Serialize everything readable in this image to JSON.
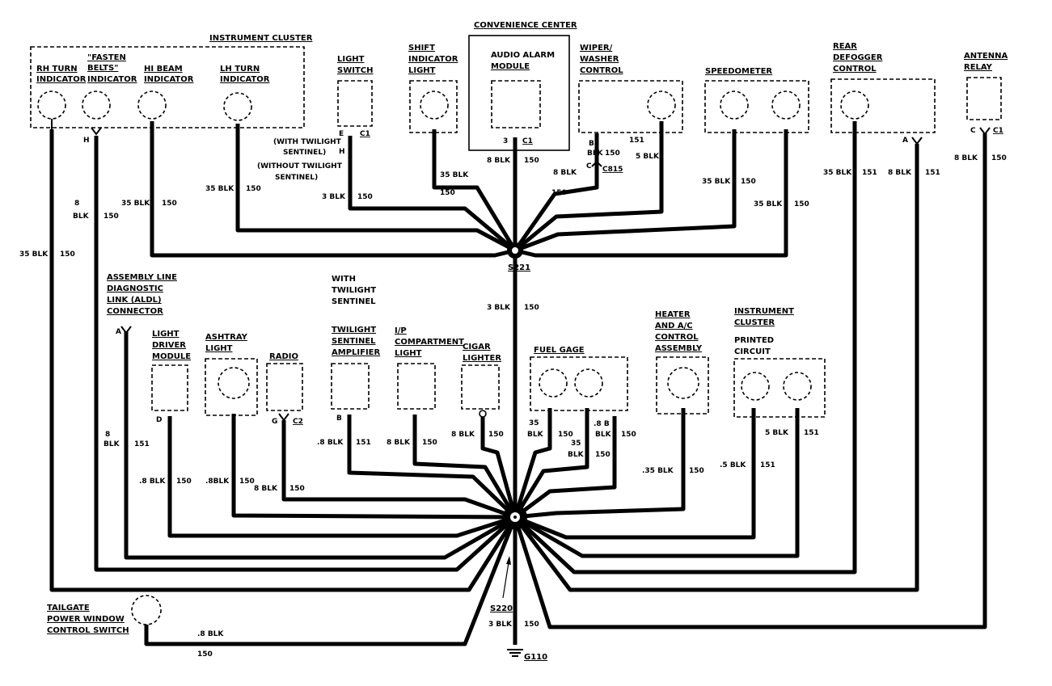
{
  "components": {
    "instrument_cluster_top": "INSTRUMENT CLUSTER",
    "rh_turn": [
      "RH TURN",
      "INDICATOR"
    ],
    "fasten_belts": [
      "\"FASTEN",
      "BELTS\"",
      "INDICATOR"
    ],
    "hi_beam": [
      "HI BEAM",
      "INDICATOR"
    ],
    "lh_turn": [
      "LH TURN",
      "INDICATOR"
    ],
    "light_switch": [
      "LIGHT",
      "SWITCH"
    ],
    "shift_indicator": [
      "SHIFT",
      "INDICATOR",
      "LIGHT"
    ],
    "convenience_center": "CONVENIENCE CENTER",
    "audio_alarm": [
      "AUDIO ALARM",
      "MODULE"
    ],
    "wiper_washer": [
      "WIPER/",
      "WASHER",
      "CONTROL"
    ],
    "speedometer": "SPEEDOMETER",
    "rear_defogger": [
      "REAR",
      "DEFOGGER",
      "CONTROL"
    ],
    "antenna_relay": [
      "ANTENNA",
      "RELAY"
    ],
    "aldl": [
      "ASSEMBLY LINE",
      "DIAGNOSTIC",
      "LINK (ALDL)",
      "CONNECTOR"
    ],
    "light_driver": [
      "LIGHT",
      "DRIVER",
      "MODULE"
    ],
    "ashtray": [
      "ASHTRAY",
      "LIGHT"
    ],
    "radio": "RADIO",
    "with_twilight": [
      "WITH",
      "TWILIGHT",
      "SENTINEL"
    ],
    "twilight_amp": [
      "TWILIGHT",
      "SENTINEL",
      "AMPLIFIER"
    ],
    "ip_compartment": [
      "I/P",
      "COMPARTMENT",
      "LIGHT"
    ],
    "cigar_lighter": [
      "CIGAR",
      "LIGHTER"
    ],
    "fuel_gage": "FUEL GAGE",
    "heater_ac": [
      "HEATER",
      "AND A/C",
      "CONTROL",
      "ASSEMBLY"
    ],
    "instrument_cluster_pc": [
      "INSTRUMENT",
      "CLUSTER"
    ],
    "printed_circuit": [
      "PRINTED",
      "CIRCUIT"
    ],
    "tailgate": [
      "TAILGATE",
      "POWER WINDOW",
      "CONTROL SWITCH"
    ],
    "twilight_notes": [
      "(WITH TWILIGHT",
      "SENTINEL)",
      "(WITHOUT TWILIGHT",
      "SENTINEL)"
    ]
  },
  "splices": {
    "s221": "S221",
    "s220": "S220",
    "ground": "G110"
  },
  "connectors": {
    "light_switch_e": "E",
    "light_switch_c1": "C1",
    "light_switch_h": "H",
    "audio_pin": "3",
    "audio_c1": "C1",
    "wiper_b": "B",
    "wiper_c": "C",
    "wiper_c815": "C815",
    "defog_a": "A",
    "antenna_c": "C",
    "antenna_c1": "C1",
    "fasten_h": "H",
    "aldl_a": "A",
    "light_driver_d": "D",
    "radio_g": "G",
    "radio_c2": "C2",
    "twilight_b": "B"
  },
  "wires": {
    "rh_turn": [
      "35 BLK",
      "150"
    ],
    "fasten_belts": [
      "8",
      "BLK",
      "150"
    ],
    "hi_beam": [
      "35 BLK",
      "150"
    ],
    "lh_turn": [
      "35 BLK",
      "150"
    ],
    "light_switch": [
      "3 BLK",
      "150"
    ],
    "shift": [
      "35 BLK",
      "150"
    ],
    "audio": [
      "8 BLK",
      "150"
    ],
    "wiper_left": [
      "8",
      "BLK",
      "150"
    ],
    "wiper_mid": [
      "8 BLK",
      "150"
    ],
    "wiper_151": "151",
    "wiper_right": "5 BLK",
    "speedo_left": [
      "35 BLK",
      "150"
    ],
    "speedo_right": [
      "35 BLK",
      "150"
    ],
    "defog_left": [
      "35 BLK",
      "151"
    ],
    "defog_right": [
      "8 BLK",
      "151"
    ],
    "antenna": [
      "8 BLK",
      "150"
    ],
    "s221_down": [
      "3 BLK",
      "150"
    ],
    "aldl": [
      "8",
      "BLK",
      "151"
    ],
    "light_driver": [
      ".8 BLK",
      "150"
    ],
    "ashtray": [
      ".8BLK",
      "150"
    ],
    "radio": [
      "8 BLK",
      "150"
    ],
    "twilight_amp": [
      ".8 BLK",
      "151"
    ],
    "ip_comp": [
      "8 BLK",
      "150"
    ],
    "cigar": [
      "8 BLK",
      "150"
    ],
    "fuel_left": [
      "35",
      "BLK",
      "150"
    ],
    "fuel_right": [
      "35",
      "BLK",
      "150"
    ],
    "fuel_far": [
      ".8 B",
      "BLK",
      "150"
    ],
    "heater": [
      ".35 BLK",
      "150"
    ],
    "cluster_left": [
      ".5 BLK",
      "151"
    ],
    "cluster_right": [
      "5 BLK",
      "151"
    ],
    "tailgate": [
      ".8 BLK",
      "150"
    ],
    "ground": [
      "3 BLK",
      "150"
    ]
  }
}
